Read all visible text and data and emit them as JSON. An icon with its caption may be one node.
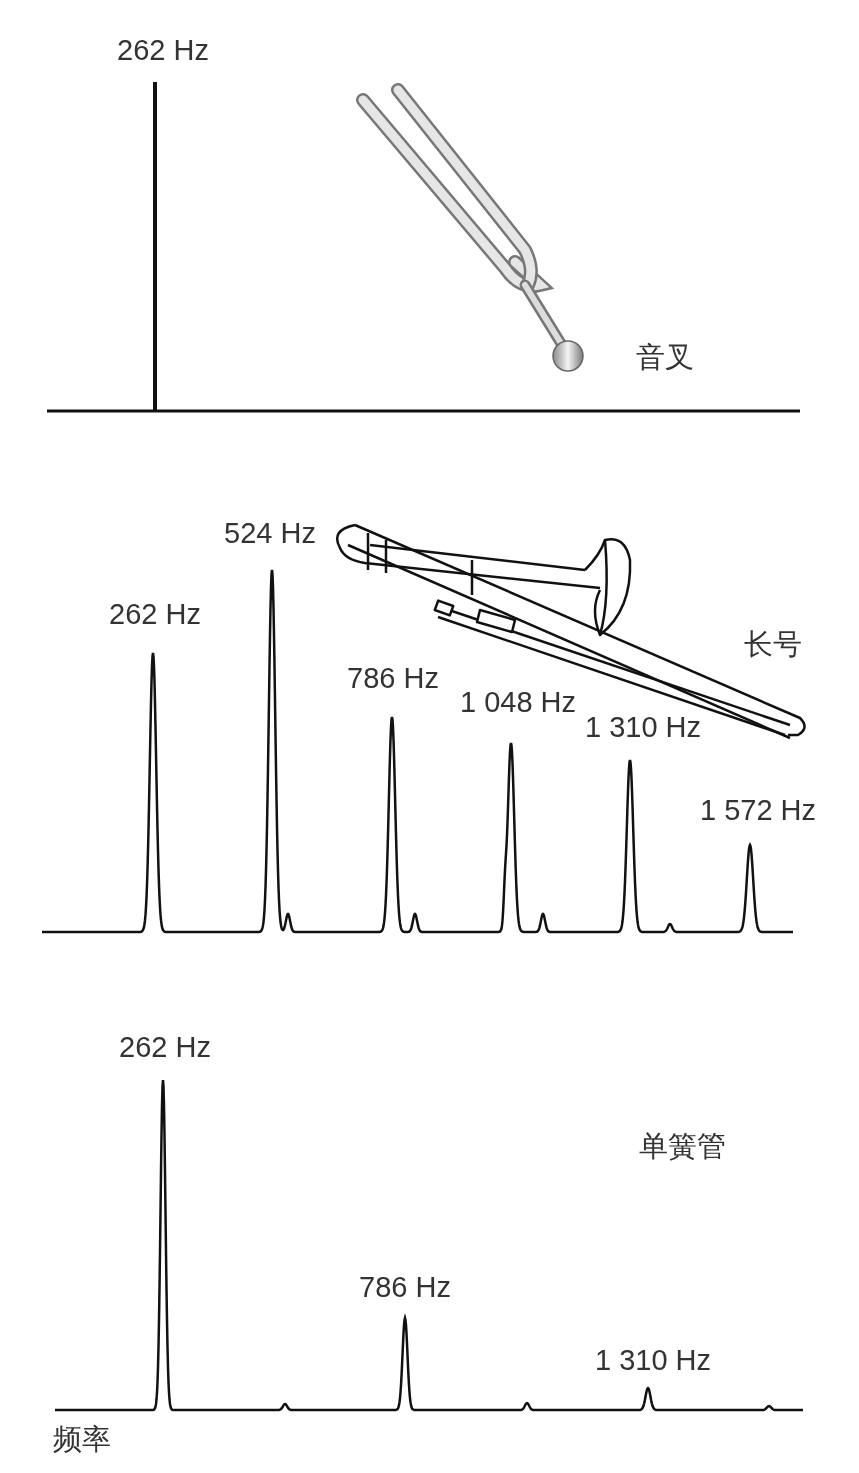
{
  "diagram": {
    "labels": [
      "262 Hz",
      "音叉",
      "524 Hz",
      "262 Hz",
      "长号",
      "786 Hz",
      "1 048 Hz",
      "1 310 Hz",
      "1 572 Hz",
      "262 Hz",
      "单簧管",
      "786 Hz",
      "1 310 Hz",
      "频率"
    ]
  }
}
